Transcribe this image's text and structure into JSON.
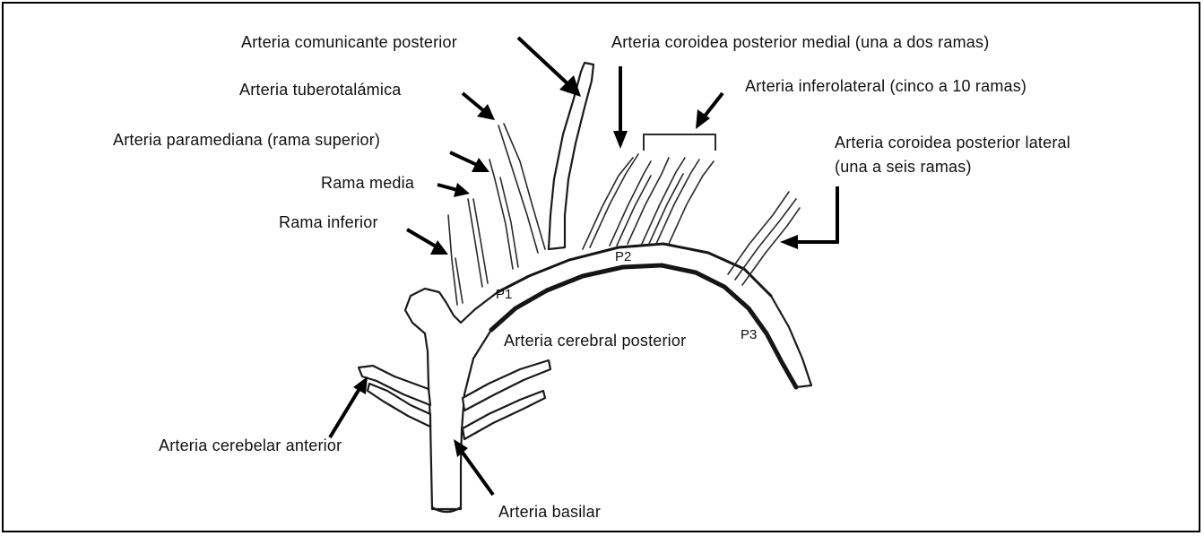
{
  "diagram": {
    "labels": {
      "pcom": "Arteria comunicante posterior",
      "tuberothalamic": "Arteria tuberotalámica",
      "paramedian_superior": "Arteria paramediana (rama superior)",
      "middle_branch": "Rama media",
      "inferior_branch": "Rama inferior",
      "medial_posterior_choroidal": "Arteria coroidea posterior medial (una a dos ramas)",
      "inferolateral": "Arteria inferolateral (cinco a 10 ramas)",
      "lateral_posterior_choroidal_line1": "Arteria coroidea posterior lateral",
      "lateral_posterior_choroidal_line2": "(una a seis ramas)",
      "pca": "Arteria cerebral posterior",
      "superior_cerebellar": "Arteria cerebelar anterior",
      "basilar": "Arteria basilar"
    },
    "segments": {
      "p1": "P1",
      "p2": "P2",
      "p3": "P3"
    }
  }
}
